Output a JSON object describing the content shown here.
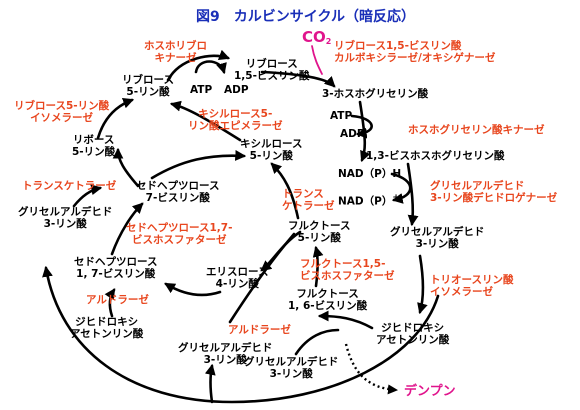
{
  "title": "図9　カルビンサイクル（暗反応）",
  "compounds": {
    "ribulose_5p": [
      "リブロース",
      "5-リン酸"
    ],
    "ribulose_bp": [
      "リブロース",
      "1,5-ビスリン酸"
    ],
    "co2": "CO",
    "co2_sub": "2",
    "atp_top": "ATP",
    "adp_top": "ADP",
    "pga": "3-ホスホグリセリン酸",
    "atp_right": "ATP",
    "adp_right": "ADP",
    "bpg": "1,3-ビスホスホグリセリン酸",
    "nadph": "NAD（P）H",
    "nadp": "NAD（P）",
    "nadp_plus": "+",
    "gap_right": [
      "グリセルアルデヒド",
      "3-リン酸"
    ],
    "ribose_5p": [
      "リボース",
      "5-リン酸"
    ],
    "xylulose_5p": [
      "キシルロース",
      "5-リン酸"
    ],
    "sedoheptulose_7p": [
      "セドヘプツロース",
      "7-ビスリン酸"
    ],
    "gap_left": [
      "グリセルアルデヒド",
      "3-リン酸"
    ],
    "fructose_6p": [
      "フルクトース",
      "5-リン酸"
    ],
    "sedoheptulose_bp": [
      "セドヘプツロース",
      "1, 7-ビスリン酸"
    ],
    "erythrose_4p": [
      "エリスロース",
      "4-リン酸"
    ],
    "fructose_bp": [
      "フルクトース",
      "1, 6-ビスリン酸"
    ],
    "dhap_left": [
      "ジヒドロキシ",
      "アセトンリン酸"
    ],
    "gap_bottom_left": [
      "グリセルアルデヒド",
      "3-リン酸"
    ],
    "gap_bottom_mid": [
      "グリセルアルデヒド",
      "3-リン酸"
    ],
    "dhap_right": [
      "ジヒドロキシ",
      "アセトンリン酸"
    ],
    "starch": "デンプン"
  },
  "enzymes": {
    "phosphoribulokinase": [
      "ホスホリブロ",
      "キナーゼ"
    ],
    "rubisco": [
      "リブロース1,5-ビスリン酸",
      "カルボキシラーゼ/オキシゲナーゼ"
    ],
    "ribose_isomerase": [
      "リブロース5-リン酸",
      "イソメラーゼ"
    ],
    "xylulose_epimerase": [
      "キシルロース5-",
      "リン酸エピメラーゼ"
    ],
    "pgk": "ホスホグリセリン酸キナーゼ",
    "transketolase_left": "トランスケトラーゼ",
    "gapdh": [
      "グリセルアルデヒド",
      "3-リン酸デヒドロゲナーゼ"
    ],
    "transketolase_mid": [
      "トランス",
      "ケトラーゼ"
    ],
    "sbpase": [
      "セドヘプツロース1,7-",
      "ビスホスファターゼ"
    ],
    "fbpase": [
      "フルクトース1,5-",
      "ビスホスファターゼ"
    ],
    "tpi": [
      "トリオースリン酸",
      "イソメラーゼ"
    ],
    "aldolase_left": "アルドラーゼ",
    "aldolase_right": "アルドラーゼ"
  }
}
